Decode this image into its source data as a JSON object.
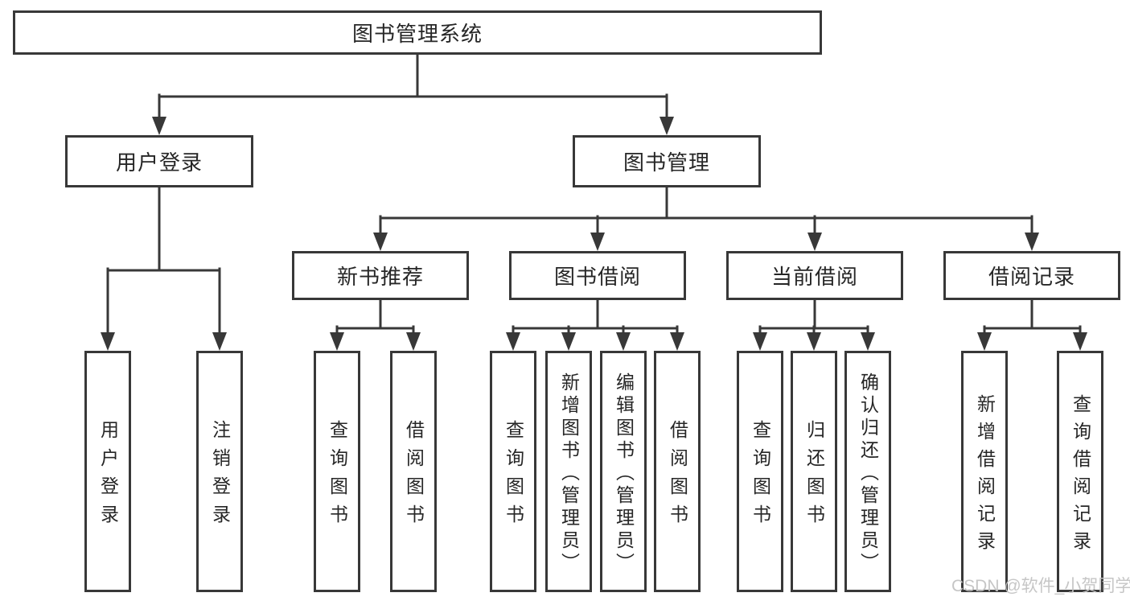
{
  "diagram": {
    "root": {
      "label": "图书管理系统"
    },
    "branches": [
      {
        "label": "用户登录",
        "children": [
          {
            "label": "用户登录"
          },
          {
            "label": "注销登录"
          }
        ]
      },
      {
        "label": "图书管理",
        "children": [
          {
            "label": "新书推荐",
            "children": [
              {
                "label": "查询图书"
              },
              {
                "label": "借阅图书"
              }
            ]
          },
          {
            "label": "图书借阅",
            "children": [
              {
                "label": "查询图书"
              },
              {
                "label": "新增图书（管理员）"
              },
              {
                "label": "编辑图书（管理员）"
              },
              {
                "label": "借阅图书"
              }
            ]
          },
          {
            "label": "当前借阅",
            "children": [
              {
                "label": "查询图书"
              },
              {
                "label": "归还图书"
              },
              {
                "label": "确认归还（管理员）"
              }
            ]
          },
          {
            "label": "借阅记录",
            "children": [
              {
                "label": "新增借阅记录"
              },
              {
                "label": "查询借阅记录"
              }
            ]
          }
        ]
      }
    ]
  },
  "watermark": {
    "text": "CSDN @软件_小贺同学"
  },
  "colors": {
    "line": "#383838",
    "box_border": "#383838",
    "box_fill": "#ffffff",
    "text": "#262626",
    "watermark": "#c3c3c3",
    "background": "#ffffff"
  }
}
